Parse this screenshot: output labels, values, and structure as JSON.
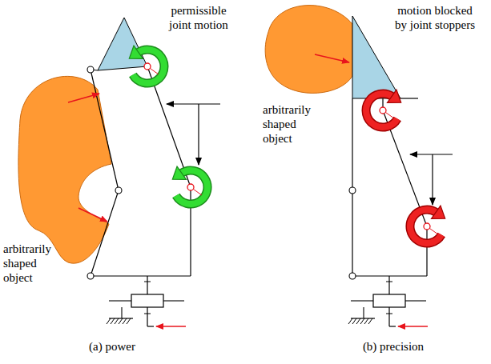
{
  "diagram": {
    "labels": [
      "permissible joint motion",
      "arbitrarily shaped object",
      "motion blocked by joint stoppers",
      "arbitrarily shaped object",
      "(a) power",
      "(b) precision"
    ]
  }
}
